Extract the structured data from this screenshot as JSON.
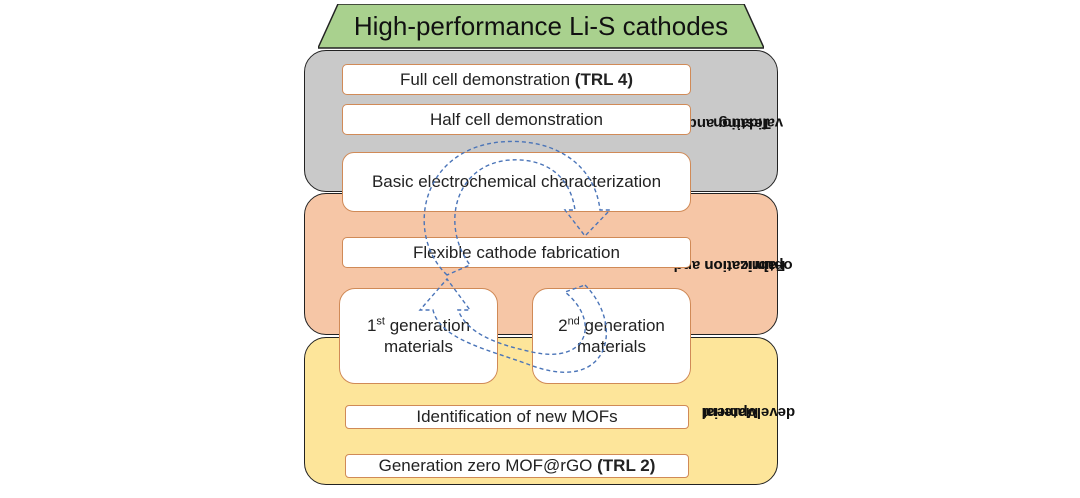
{
  "title": "High-performance Li-S cathodes",
  "colors": {
    "title_bg": "#a9d18e",
    "testing_bg": "#c9c9c9",
    "fabrication_bg": "#f6c6a6",
    "material_bg": "#fde59a",
    "box_border": "#d08a57",
    "arrow_stroke": "#4a74b8"
  },
  "sections": {
    "testing": {
      "label_line1": "Testing and",
      "label_line2": "validation"
    },
    "fabrication": {
      "label_line1": "Fabrication and",
      "label_line2": "optimization"
    },
    "material": {
      "label_line1": "Material",
      "label_line2": "development"
    }
  },
  "boxes": {
    "full_cell": {
      "text": "Full cell demonstration ",
      "trl": "(TRL 4)"
    },
    "half_cell": {
      "text": "Half cell demonstration"
    },
    "basic_electrochem": {
      "text": "Basic electrochemical characterization"
    },
    "flexible_cathode": {
      "text": "Flexible cathode fabrication"
    },
    "gen1": {
      "num": "1",
      "sup": "st",
      "line1": " generation",
      "line2": "materials"
    },
    "gen2": {
      "num": "2",
      "sup": "nd",
      "line1": " generation",
      "line2": "materials"
    },
    "identification": {
      "text": "Identification of new MOFs"
    },
    "gen_zero": {
      "text": "Generation zero MOF@rGO ",
      "trl": "(TRL 2)"
    }
  },
  "icons": {
    "cycle": "circular-arrows-icon"
  }
}
